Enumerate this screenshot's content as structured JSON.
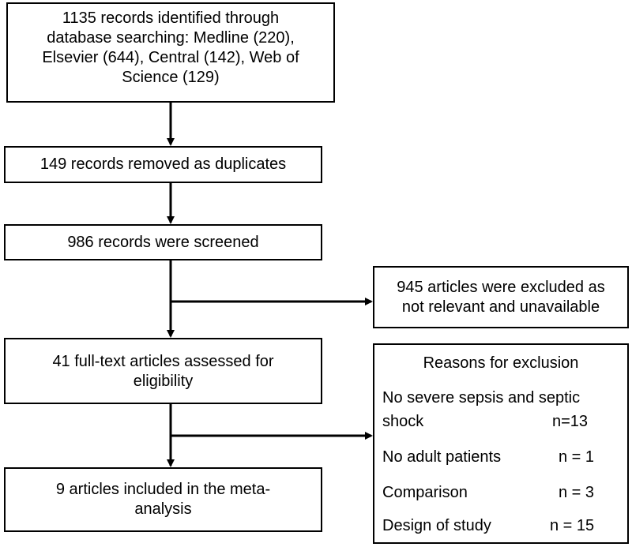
{
  "boxes": {
    "identified": {
      "lines": [
        "1135 records identified through",
        "database searching: Medline (220),",
        "Elsevier (644), Central (142), Web of",
        "Science (129)"
      ]
    },
    "duplicates": {
      "text": "149 records removed as duplicates"
    },
    "screened": {
      "text": "986 records were screened"
    },
    "excluded": {
      "lines": [
        "945 articles were excluded as",
        "not relevant and unavailable"
      ]
    },
    "fulltext": {
      "lines": [
        "41 full-text articles assessed for",
        "eligibility"
      ]
    },
    "included": {
      "lines": [
        "9  articles included in the meta-",
        "analysis"
      ]
    },
    "reasons": {
      "title": "Reasons for exclusion",
      "items": [
        {
          "label_line1": "No severe sepsis and septic",
          "label_line2": "shock",
          "count": "n=13"
        },
        {
          "label": "No adult patients",
          "count": "n = 1"
        },
        {
          "label": "Comparison",
          "count": "n = 3"
        },
        {
          "label": "Design of study",
          "count": "n = 15"
        }
      ]
    }
  }
}
